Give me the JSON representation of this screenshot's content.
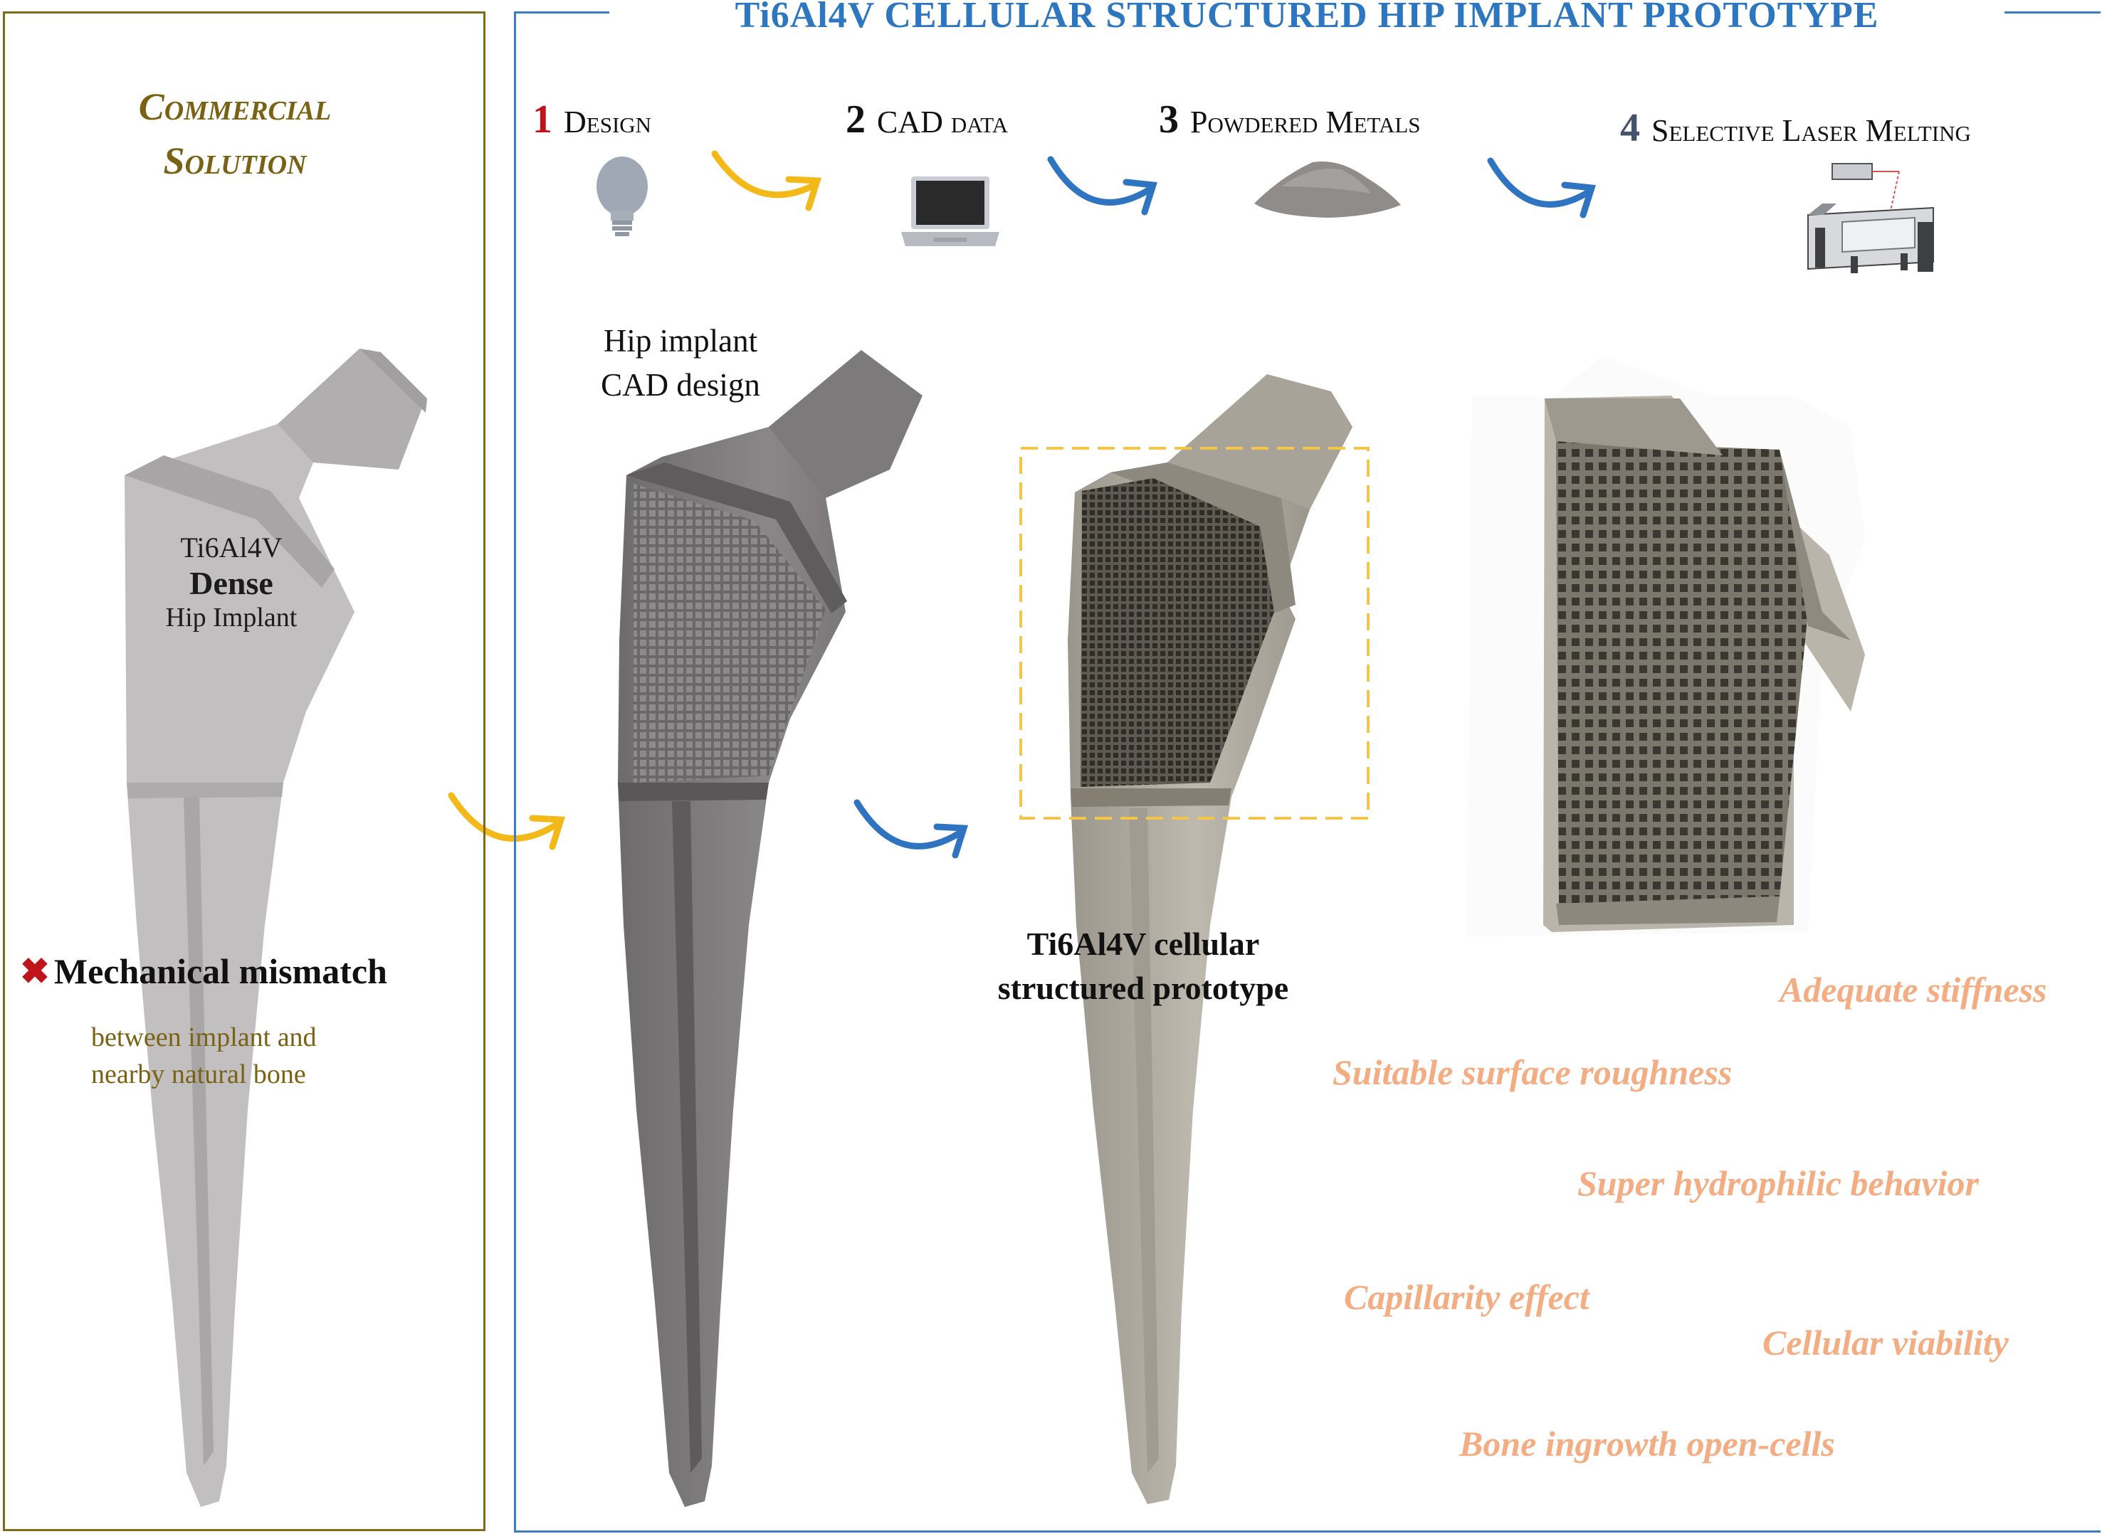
{
  "title": "Ti6Al4V CELLULAR STRUCTURED HIP IMPLANT PROTOTYPE",
  "commercial": {
    "title_line1": "Commercial",
    "title_line2": "Solution",
    "material": "Ti6Al4V",
    "dense": "Dense",
    "implant": "Hip Implant",
    "mismatch_mark": "✖",
    "mismatch": "Mechanical mismatch",
    "mismatch_sub_line1": "between implant and",
    "mismatch_sub_line2": "nearby natural bone"
  },
  "steps": [
    {
      "num": "1",
      "label": "Design",
      "icon": "lightbulb-icon",
      "num_color": "#c0141b"
    },
    {
      "num": "2",
      "label": "CAD data",
      "icon": "laptop-icon",
      "num_color": "#111111"
    },
    {
      "num": "3",
      "label": "Powdered Metals",
      "icon": "powder-pile-icon",
      "num_color": "#111111"
    },
    {
      "num": "4",
      "label": "Selective Laser Melting",
      "icon": "slm-machine-icon",
      "num_color": "#44536b"
    }
  ],
  "cad_label_line1": "Hip implant",
  "cad_label_line2": "CAD design",
  "prototype_label_line1": "Ti6Al4V cellular",
  "prototype_label_line2": "structured prototype",
  "properties": [
    "Adequate stiffness",
    "Suitable surface roughness",
    "Super hydrophilic behavior",
    "Capillarity effect",
    "Cellular viability",
    "Bone ingrowth open-cells"
  ],
  "colors": {
    "commercial": "#7a6214",
    "title_blue": "#2d76c0",
    "arrow_yellow": "#f3b918",
    "arrow_blue": "#2f74c0",
    "properties": "#f4ad82",
    "highlight_box": "#f3c64a"
  }
}
